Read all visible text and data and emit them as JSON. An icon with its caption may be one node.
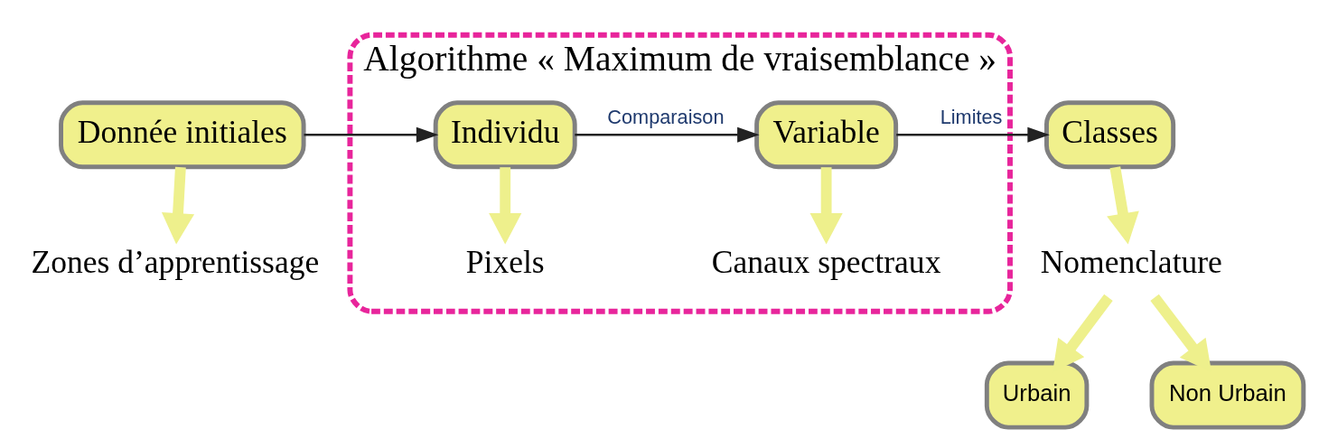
{
  "diagram": {
    "nodes": [
      {
        "text": [
          "Algorithme « Maximum de vraisemblance »"
        ]
      },
      {
        "text": [
          "Donnée initiales"
        ]
      },
      {
        "text": [
          "Zones d’apprentissage"
        ]
      },
      {
        "text": [
          "Individu"
        ],
        "in": 0
      },
      {
        "text": [
          "Pixels"
        ],
        "in": 0
      },
      {
        "text": [
          "Variable"
        ],
        "in": 0
      },
      {
        "text": [
          "Canaux spectraux"
        ],
        "in": 0
      },
      {
        "text": [
          "Classes"
        ]
      },
      {
        "text": [
          "Nomenclature"
        ]
      },
      {
        "text": [
          "Urbain"
        ]
      },
      {
        "text": [
          "Non Urbain"
        ]
      }
    ],
    "edges": [
      {
        "from": 1,
        "to": 3,
        "arrow": "to",
        "color": "#222222"
      },
      {
        "from": 3,
        "to": 5,
        "arrow": "to",
        "label": "Comparaison",
        "color": "#222222"
      },
      {
        "from": 5,
        "to": 7,
        "arrow": "to",
        "label": "Limites",
        "color": "#222222"
      },
      {
        "from": 1,
        "to": 2,
        "arrow": "to"
      },
      {
        "from": 3,
        "to": 4,
        "arrow": "to"
      },
      {
        "from": 5,
        "to": 6,
        "arrow": "to"
      },
      {
        "from": 7,
        "to": 8,
        "arrow": "to"
      },
      {
        "from": 8,
        "to": 9,
        "arrow": "to"
      },
      {
        "from": 8,
        "to": 10,
        "arrow": "to"
      }
    ]
  }
}
